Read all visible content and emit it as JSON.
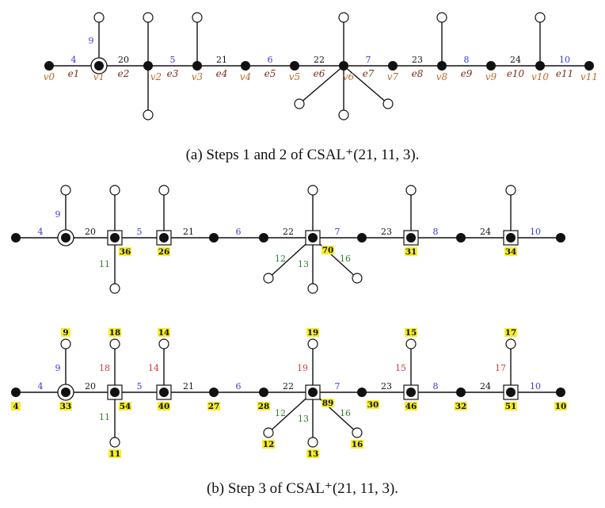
{
  "captions": {
    "a": "(a) Steps 1 and 2 of CSAL⁺(21, 11, 3).",
    "b": "(b) Step 3 of CSAL⁺(21, 11, 3)."
  },
  "colors": {
    "edge_label_blue": "#3a3ad6",
    "edge_label_red": "#d63a3a",
    "edge_label_green": "#2e7d2e",
    "vertex_label_orange": "#b86b25",
    "edge_name_brown": "#7a2f18",
    "highlight_yellow": "#f7ee2a"
  },
  "panel_a": {
    "vertex_labels": [
      "v0",
      "v1",
      "v2",
      "v3",
      "v4",
      "v5",
      "v6",
      "v7",
      "v8",
      "v9",
      "v10",
      "v11"
    ],
    "edge_names": [
      "e1",
      "e2",
      "e3",
      "e4",
      "e5",
      "e6",
      "e7",
      "e8",
      "e9",
      "e10",
      "e11"
    ],
    "spine_labels": [
      "4",
      "20",
      "5",
      "21",
      "6",
      "22",
      "7",
      "23",
      "8",
      "24",
      "10"
    ],
    "pendant_label": "9"
  },
  "panel_b1": {
    "spine_labels": [
      "4",
      "20",
      "5",
      "21",
      "6",
      "22",
      "7",
      "23",
      "8",
      "24",
      "10"
    ],
    "pendant_labels": {
      "up9": "9",
      "down11": "11",
      "fan12": "12",
      "fan13": "13",
      "fan16": "16"
    },
    "vertex_values": {
      "v2": "36",
      "v3": "26",
      "v6": "70",
      "v8": "31",
      "v10": "34"
    }
  },
  "panel_b2": {
    "spine_labels": [
      "4",
      "20",
      "5",
      "21",
      "6",
      "22",
      "7",
      "23",
      "8",
      "24",
      "10"
    ],
    "pendant_labels": {
      "up9": "9",
      "up18": "18",
      "up14": "14",
      "up19": "19",
      "up15": "15",
      "up17": "17",
      "down11": "11",
      "fan12": "12",
      "fan13": "13",
      "fan16": "16"
    },
    "vertex_values": [
      "4",
      "33",
      "54",
      "40",
      "27",
      "28",
      "89",
      "30",
      "46",
      "32",
      "51",
      "10"
    ],
    "leaf_values": {
      "t1": "9",
      "t2": "18",
      "t3": "14",
      "t6": "19",
      "t8": "15",
      "t10": "17",
      "b2": "11",
      "f12": "12",
      "f13": "13",
      "f16": "16"
    }
  }
}
